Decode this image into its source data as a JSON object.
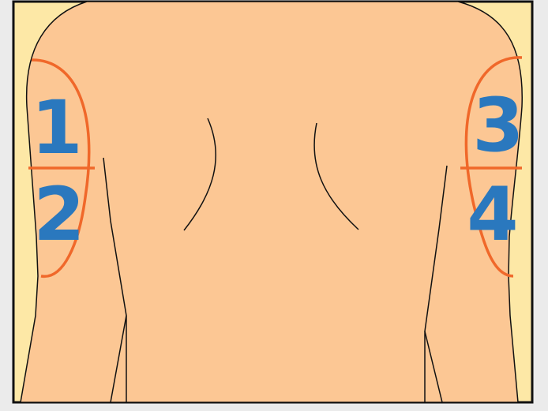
{
  "diagram": {
    "colors": {
      "page_background": "#ebebeb",
      "frame_background": "#fde8a6",
      "skin": "#fcc794",
      "outline": "#111111",
      "divider": "#f0682a",
      "label": "#2a78be"
    },
    "zones": [
      {
        "label": "1",
        "arm": "left",
        "part": "upper"
      },
      {
        "label": "2",
        "arm": "left",
        "part": "lower"
      },
      {
        "label": "3",
        "arm": "right",
        "part": "upper"
      },
      {
        "label": "4",
        "arm": "right",
        "part": "lower"
      }
    ]
  }
}
